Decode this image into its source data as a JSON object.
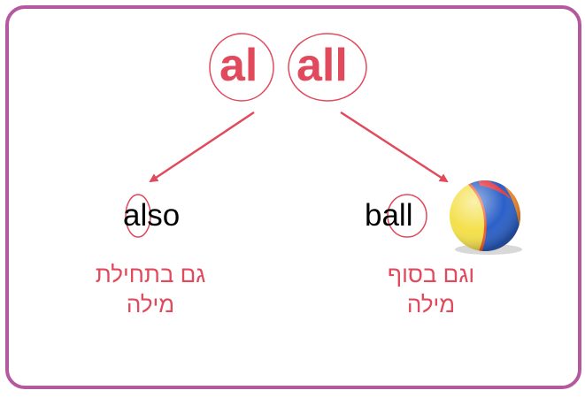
{
  "top": {
    "al": "al",
    "all": "all"
  },
  "left": {
    "word": "also",
    "hebrew_line1": "גם בתחילת",
    "hebrew_line2": "מילה"
  },
  "right": {
    "word": "ball",
    "hebrew_line1": "וגם בסוף",
    "hebrew_line2": "מילה"
  },
  "icons": {
    "ball": "beach-ball-icon"
  },
  "colors": {
    "accent": "#e04a5c",
    "border": "#b5599e"
  }
}
